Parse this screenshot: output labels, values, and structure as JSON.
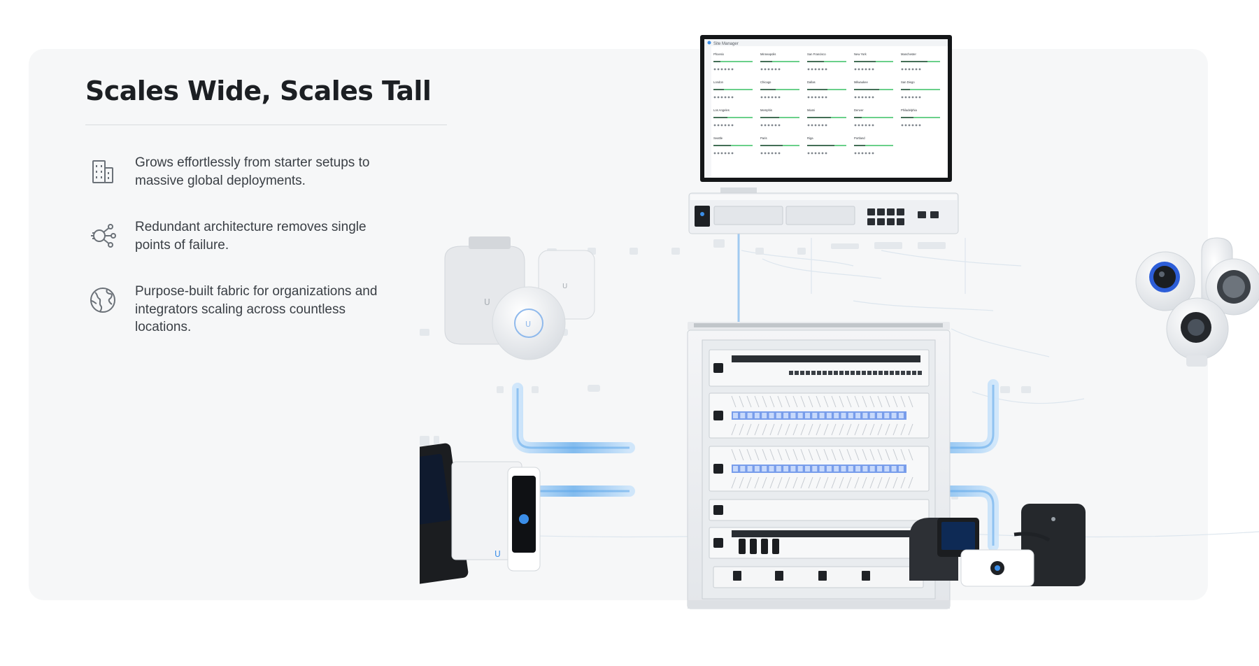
{
  "section": {
    "title": "Scales Wide, Scales Tall"
  },
  "features": [
    {
      "icon": "building-icon",
      "text": "Grows effortlessly from starter setups to massive global deployments."
    },
    {
      "icon": "network-nodes-icon",
      "text": "Redundant architecture removes single points of failure."
    },
    {
      "icon": "globe-icon",
      "text": "Purpose-built fabric for organizations and integrators scaling across countless locations."
    }
  ],
  "monitor": {
    "app_name": "Site Manager",
    "sites": [
      "Phoenix",
      "Minneapolis",
      "San Francisco",
      "New York",
      "Manchester",
      "London",
      "Chicago",
      "Dallas",
      "Milwaukee",
      "San Diego",
      "Los Angeles",
      "Memphis",
      "Miami",
      "Denver",
      "Philadelphia",
      "Seattle",
      "Paris",
      "Riga",
      "Portland"
    ]
  },
  "colors": {
    "accent": "#3b8ee8",
    "cable_glow": "#8cc4f2",
    "panel_bg": "#f6f7f8",
    "heading": "#1c1f23",
    "body_text": "#3a3f45"
  }
}
